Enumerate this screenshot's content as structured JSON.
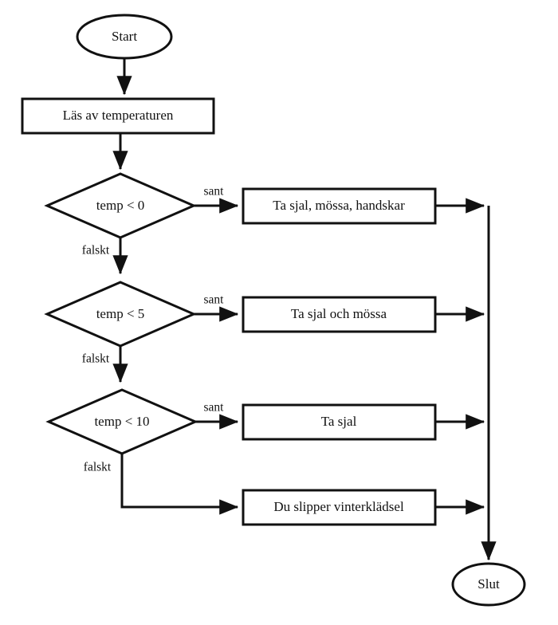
{
  "diagram": {
    "title": "Temperatur och vinterklader flodesschema",
    "language": "sv",
    "background_color": "#ffffff",
    "line_color": "#111111",
    "shape_fill": "#ffffff"
  },
  "nodes": {
    "start": {
      "label": "Start",
      "shape": "ellipse"
    },
    "read_temp": {
      "label": "Läs av temperaturen",
      "shape": "rectangle"
    },
    "decision_1": {
      "label": "temp < 0",
      "shape": "diamond"
    },
    "decision_2": {
      "label": "temp < 5",
      "shape": "diamond"
    },
    "decision_3": {
      "label": "temp < 10",
      "shape": "diamond"
    },
    "action_1": {
      "label": "Ta sjal, mössa, handskar",
      "shape": "rectangle"
    },
    "action_2": {
      "label": "Ta sjal och mössa",
      "shape": "rectangle"
    },
    "action_3": {
      "label": "Ta sjal",
      "shape": "rectangle"
    },
    "action_4": {
      "label": "Du slipper vinterklädsel",
      "shape": "rectangle"
    },
    "end": {
      "label": "Slut",
      "shape": "ellipse"
    }
  },
  "edge_labels": {
    "sant_1": "sant",
    "falskt_1": "falskt",
    "sant_2": "sant",
    "falskt_2": "falskt",
    "sant_3": "sant",
    "falskt_3": "falskt"
  }
}
